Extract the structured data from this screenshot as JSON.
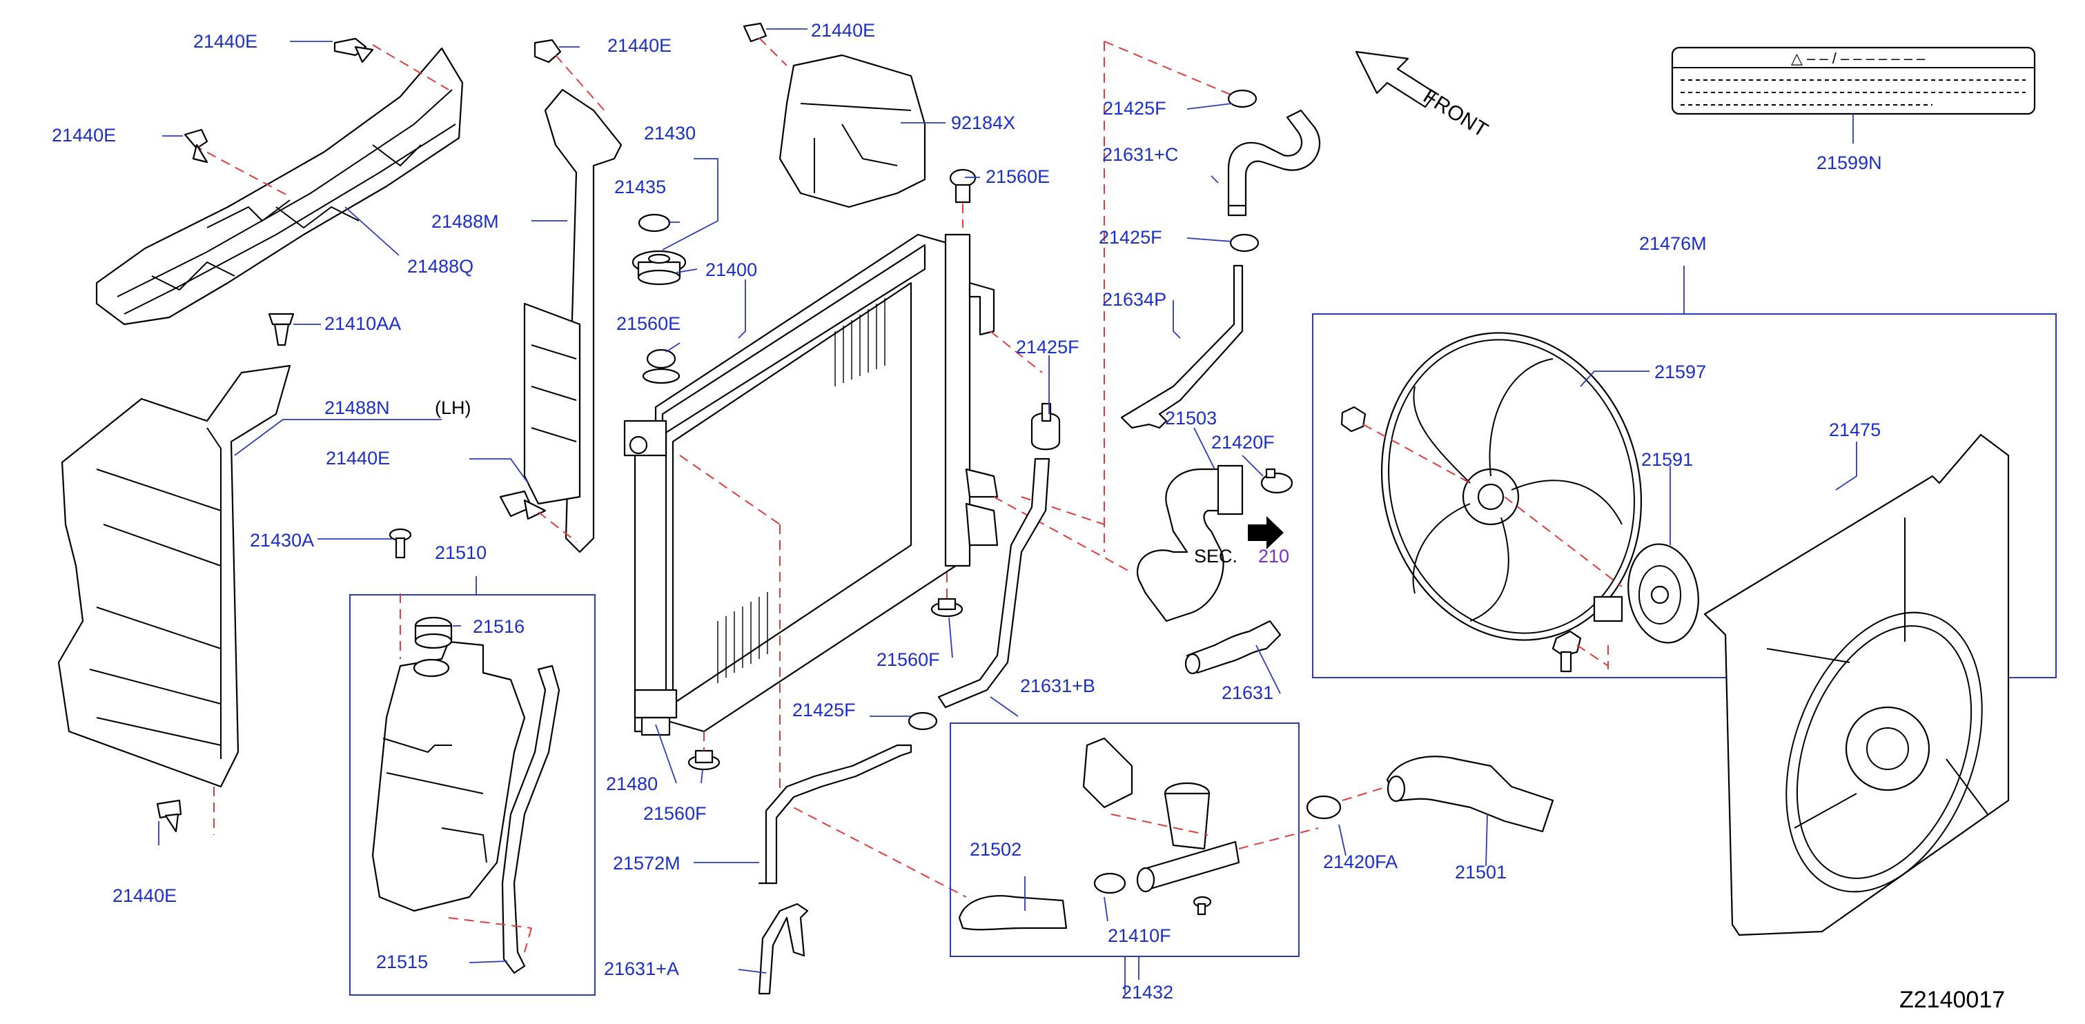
{
  "diagram_id": "Z2140017",
  "front_label": "FRONT",
  "section_ref": {
    "prefix": "SEC.",
    "number": "210"
  },
  "side_note": "(LH)",
  "caution_label": {
    "code": "21599N",
    "header": "△ – – / – – – – – – –"
  },
  "labels": {
    "p21440E_a": "21440E",
    "p21440E_b": "21440E",
    "p21440E_c": "21440E",
    "p21440E_d": "21440E",
    "p21440E_e": "21440E",
    "p21440E_f": "21440E",
    "p21488Q": "21488Q",
    "p21488M": "21488M",
    "p21488N": "21488N",
    "p21410AA": "21410AA",
    "p21430A": "21430A",
    "p21430": "21430",
    "p21435": "21435",
    "p21400": "21400",
    "p92184X": "92184X",
    "p21560E_a": "21560E",
    "p21560E_b": "21560E",
    "p21560F_a": "21560F",
    "p21560F_b": "21560F",
    "p21425F_a": "21425F",
    "p21425F_b": "21425F",
    "p21425F_c": "21425F",
    "p21425F_d": "21425F",
    "p21631C": "21631+C",
    "p21634P": "21634P",
    "p21503": "21503",
    "p21420F": "21420F",
    "p21631": "21631",
    "p21631B": "21631+B",
    "p21631A": "21631+A",
    "p21510": "21510",
    "p21516": "21516",
    "p21515": "21515",
    "p21480": "21480",
    "p21572M": "21572M",
    "p21502": "21502",
    "p21410F": "21410F",
    "p21432": "21432",
    "p21420FA": "21420FA",
    "p21501": "21501",
    "p21476M": "21476M",
    "p21597": "21597",
    "p21591": "21591",
    "p21475": "21475"
  }
}
